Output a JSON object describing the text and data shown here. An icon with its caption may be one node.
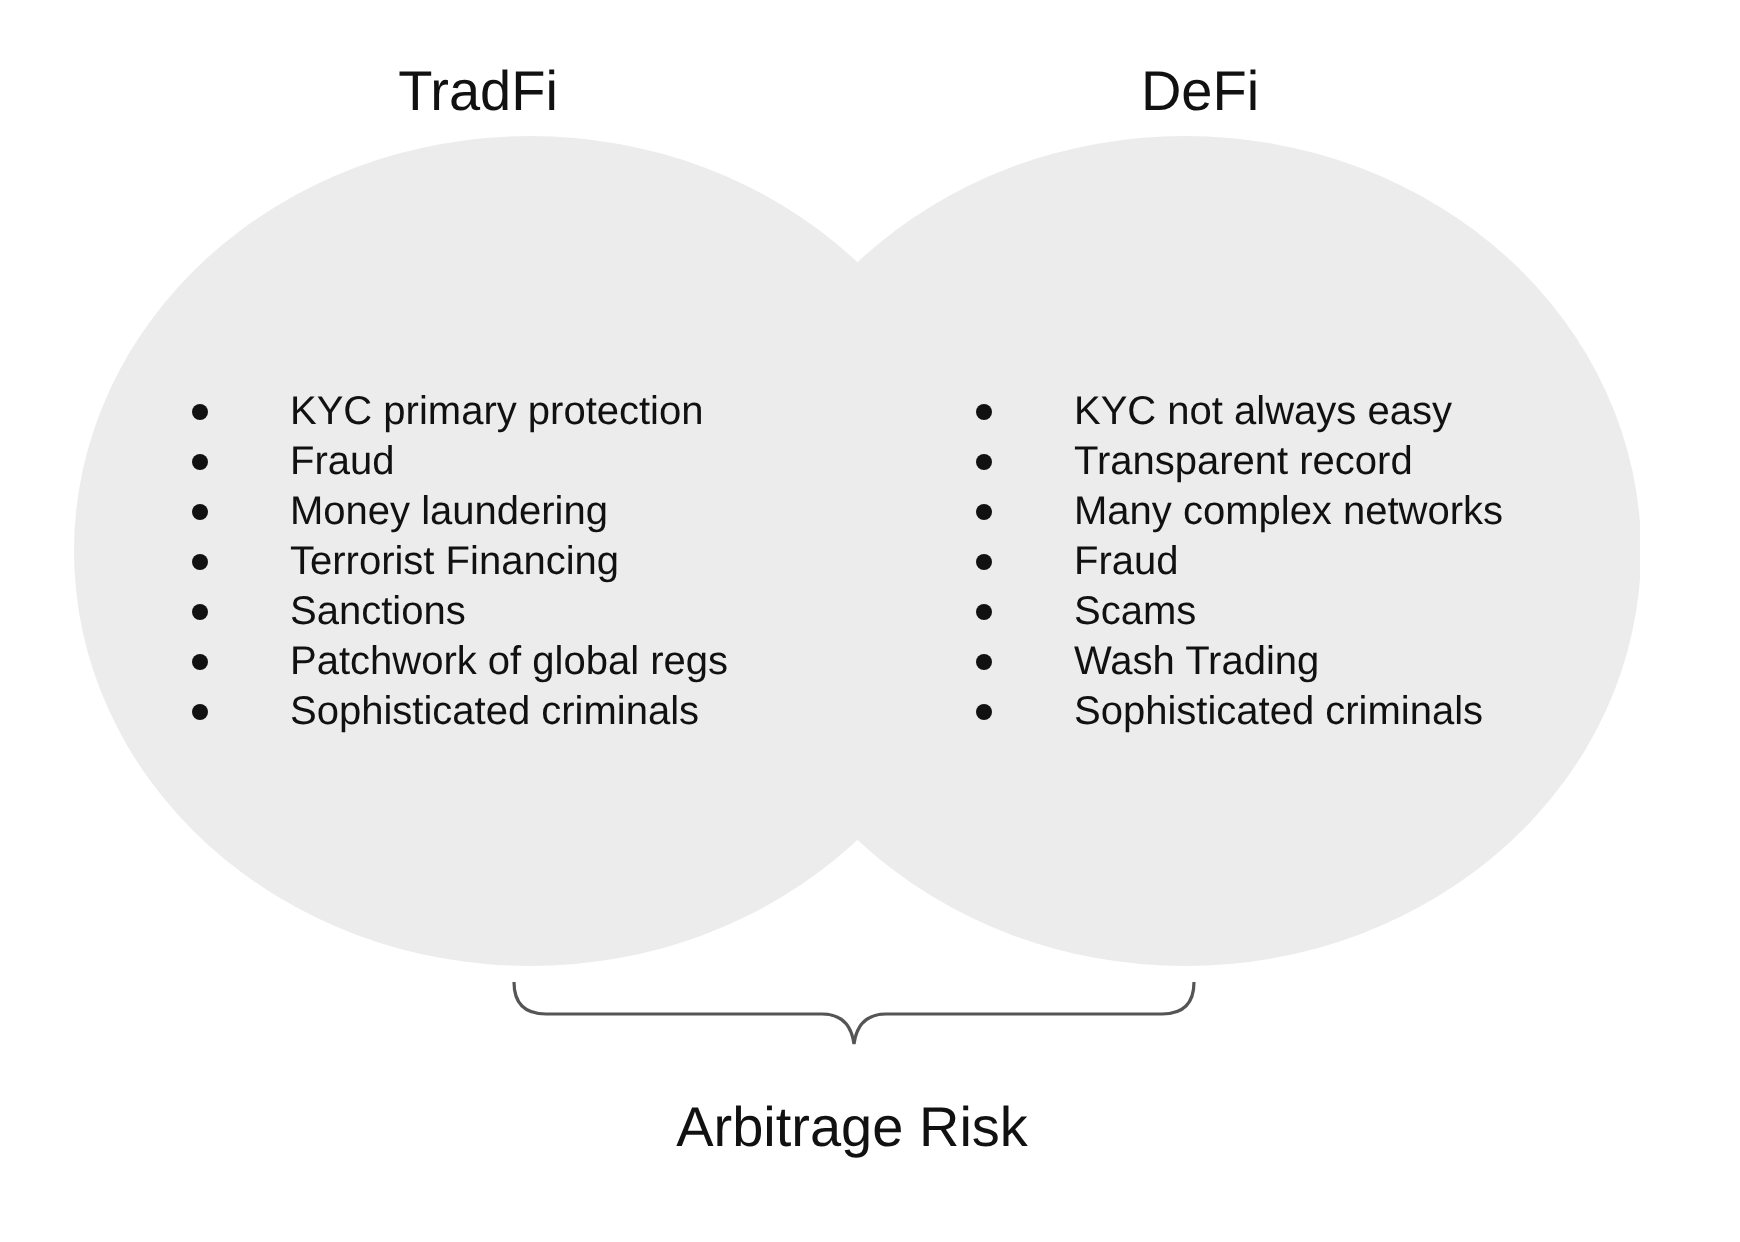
{
  "diagram": {
    "nodes": [
      {
        "text": [
          "TradFi",
          "KYC primary protection",
          "Fraud",
          "Money laundering",
          "Terrorist Financing",
          "Sanctions",
          "Patchwork of global regs",
          "Sophisticated criminals"
        ]
      },
      {
        "text": [
          "DeFi",
          "KYC not always easy",
          "Transparent record",
          "Many complex networks",
          "Fraud",
          "Scams",
          "Wash Trading",
          "Sophisticated criminals"
        ]
      }
    ],
    "labels": [
      "Arbitrage Risk"
    ]
  }
}
